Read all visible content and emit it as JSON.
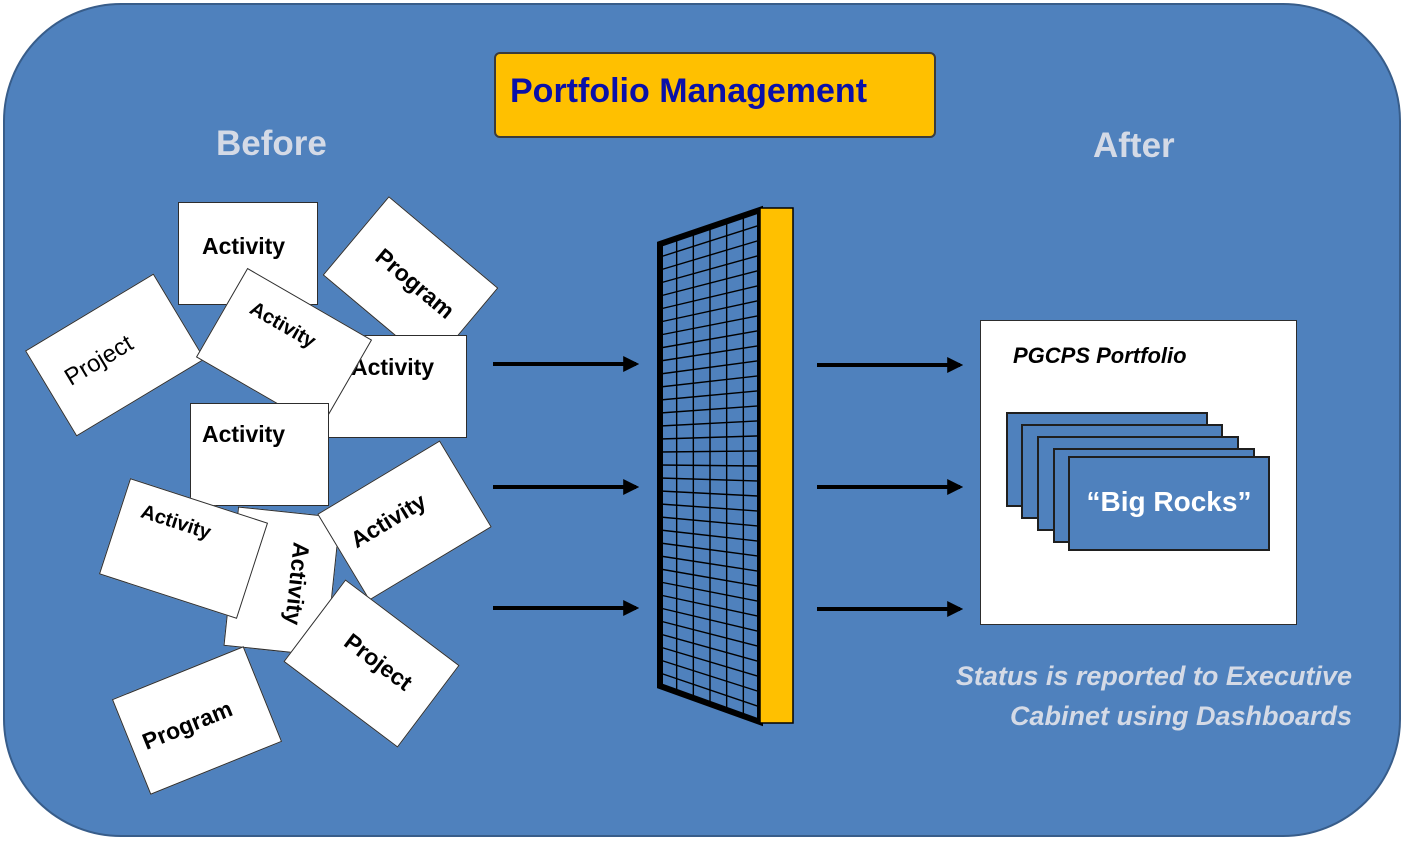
{
  "title": "Portfolio Management",
  "before_label": "Before",
  "after_label": "After",
  "cards": [
    "Activity",
    "Program",
    "Project",
    "Activity",
    "Activity",
    "Activity",
    "Activity",
    "Activity",
    "Activity",
    "Project",
    "Program"
  ],
  "portfolio": {
    "title": "PGCPS Portfolio",
    "stack_label": "“Big Rocks”"
  },
  "status_note": {
    "line1": "Status is reported to Executive",
    "line2": "Cabinet using Dashboards"
  },
  "colors": {
    "background": "#4f81bd",
    "title_fill": "#ffc000",
    "title_text": "#0a10a8",
    "filter_bar": "#ffc000"
  },
  "icons": [
    "arrow-right-icon",
    "filter-screen-icon"
  ]
}
